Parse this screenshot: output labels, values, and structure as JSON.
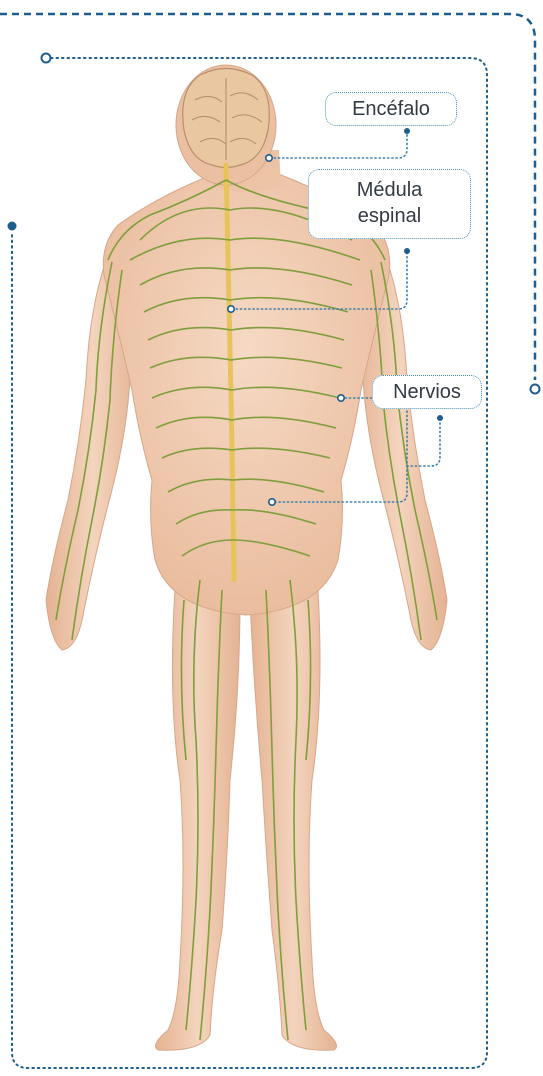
{
  "labels": {
    "encefalo": "Encéfalo",
    "medula_line1": "Médula",
    "medula_line2": "espinal",
    "nervios": "Nervios"
  },
  "colors": {
    "outer_frame": "#1d5e8e",
    "leader_dots": "#3d7fae",
    "label_border": "#4a8fb8",
    "skin": "#efcab1",
    "nerve": "#7f9e3c",
    "spinal_cord": "#e7c35b",
    "brain": "#e9c7a1"
  },
  "icons": [
    "figure-human-back",
    "brain-icon",
    "spinal-cord-icon",
    "nerve-network-icon"
  ]
}
